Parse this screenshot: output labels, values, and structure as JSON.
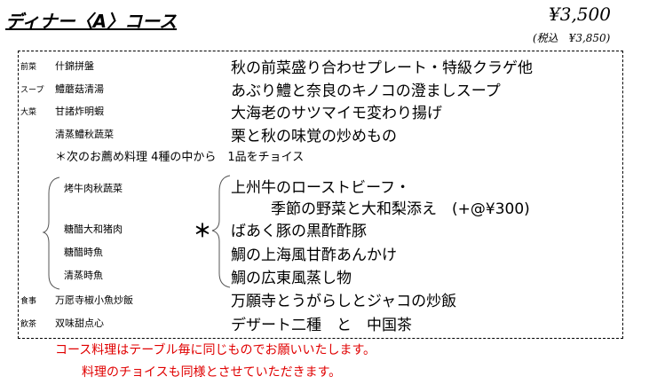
{
  "header": {
    "title": "ディナー〈A〉コース",
    "price": "¥3,500",
    "tax_included": "(税込　¥3,850)"
  },
  "courses": [
    {
      "category": "前菜",
      "chinese": "什錦拼盤",
      "japanese": "秋の前菜盛り合わせプレート・特級クラゲ他"
    },
    {
      "category": "スープ",
      "chinese": "鱧蘑菇清湯",
      "japanese": "あぶり鱧と奈良のキノコの澄ましスープ"
    },
    {
      "category": "大菜",
      "chinese": "甘諸炸明蝦",
      "japanese": "大海老のサツマイモ変わり揚げ"
    },
    {
      "category": "",
      "chinese": "清蒸鱧秋蔬菜",
      "japanese": "栗と秋の味覚の炒めもの"
    }
  ],
  "choice_note": "＊次のお薦め料理 4種の中から　1品をチョイス",
  "choice_marker": "＊",
  "choices": [
    {
      "chinese": "烤牛肉秋蔬菜",
      "japanese": "上州牛のローストビーフ・",
      "japanese_line2": "季節の野菜と大和梨添え　(+@¥300)"
    },
    {
      "chinese": "糖醋大和猪肉",
      "japanese": "ばあく豚の黒酢酢豚"
    },
    {
      "chinese": "糖醋時魚",
      "japanese": "鯛の上海風甘酢あんかけ"
    },
    {
      "chinese": "清蒸時魚",
      "japanese": "鯛の広東風蒸し物"
    }
  ],
  "finale": [
    {
      "category": "食事",
      "chinese": "万愿寺椒小魚炒飯",
      "japanese": "万願寺とうがらしとジャコの炒飯"
    },
    {
      "category": "飲茶",
      "chinese": "双味甜点心",
      "japanese": "デザート二種　と　中国茶"
    }
  ],
  "notes": [
    "コース料理はテーブル毎に同じものでお願いいたします。",
    "料理のチョイスも同様とさせていただきます。"
  ],
  "colors": {
    "note": "#e00000"
  }
}
